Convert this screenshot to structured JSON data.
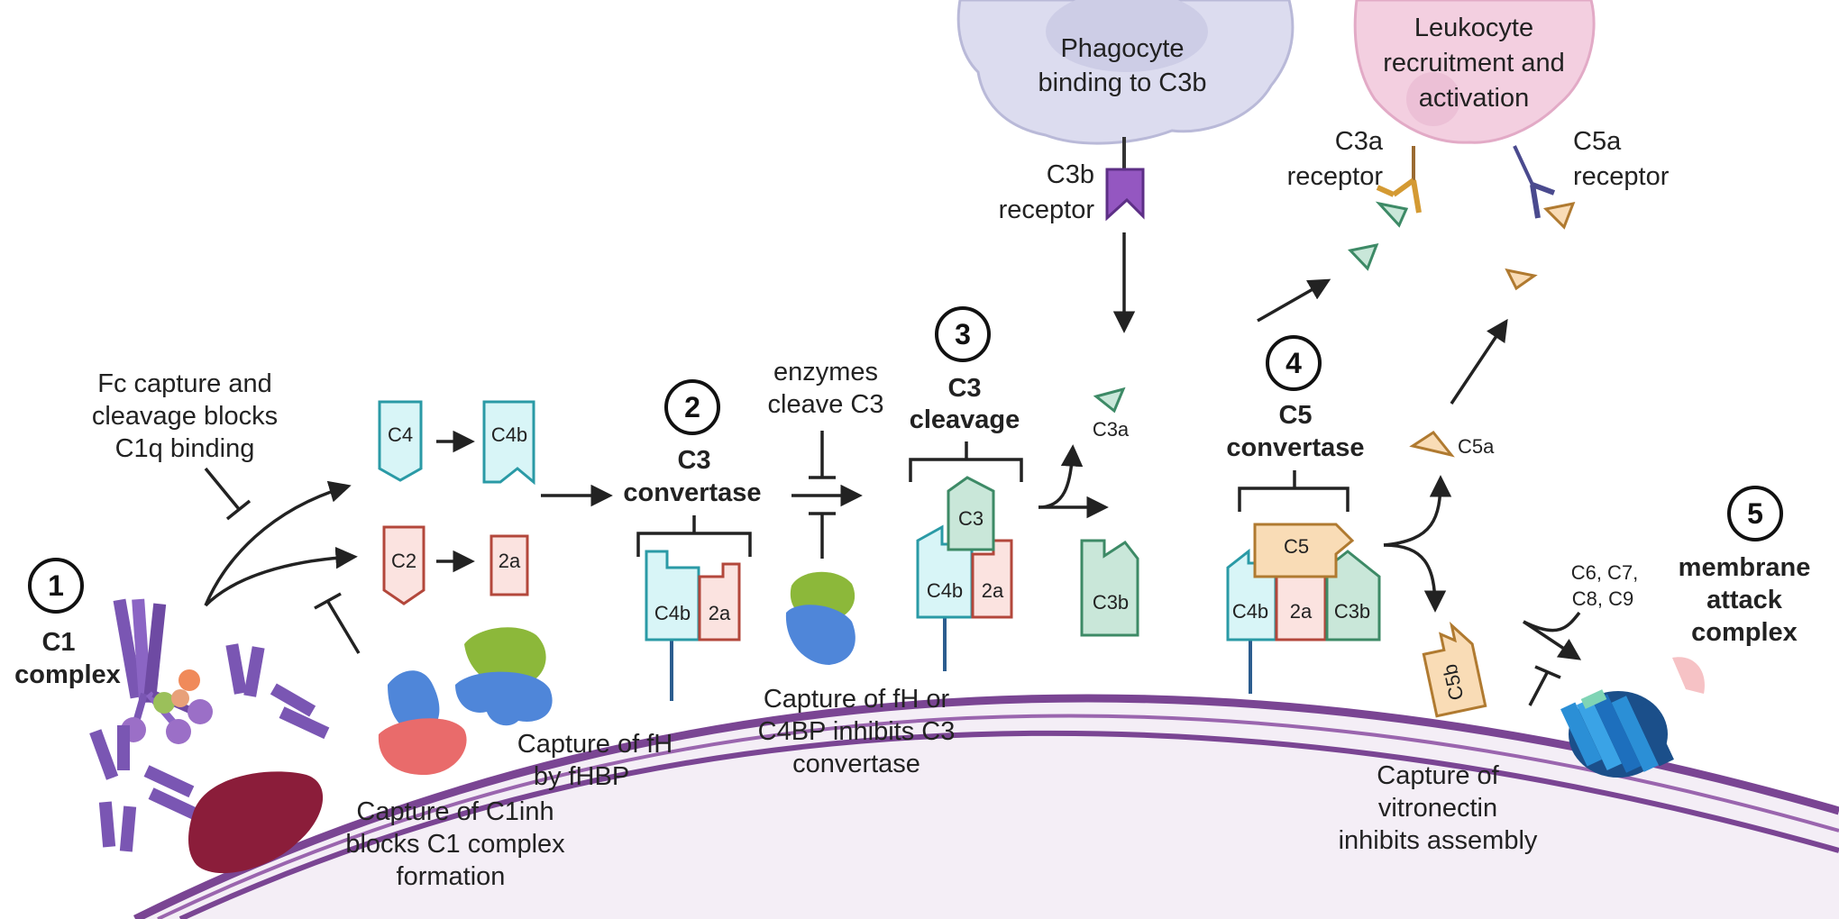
{
  "steps": [
    {
      "num": "1",
      "title_lines": [
        "C1",
        "complex"
      ]
    },
    {
      "num": "2",
      "title_lines": [
        "C3",
        "convertase"
      ]
    },
    {
      "num": "3",
      "title_lines": [
        "C3",
        "cleavage"
      ]
    },
    {
      "num": "4",
      "title_lines": [
        "C5",
        "convertase"
      ]
    },
    {
      "num": "5",
      "title_lines": [
        "membrane",
        "attack",
        "complex"
      ]
    }
  ],
  "annotations": {
    "fc_capture": [
      "Fc capture and",
      "cleavage blocks",
      "C1q binding"
    ],
    "c1inh": [
      "Capture of C1inh",
      "blocks C1 complex",
      "formation"
    ],
    "fh_fhbp": [
      "Capture of fH",
      "by fHBP"
    ],
    "enzymes": [
      "enzymes",
      "cleave C3"
    ],
    "fh_c4bp": [
      "Capture of fH or",
      "C4BP inhibits C3",
      "convertase"
    ],
    "vitronectin": [
      "Capture of",
      "vitronectin",
      "inhibits assembly"
    ],
    "phagocyte": [
      "Phagocyte",
      "binding to C3b"
    ],
    "leukocyte": [
      "Leukocyte",
      "recruitment and",
      "activation"
    ],
    "c3b_receptor": [
      "C3b",
      "receptor"
    ],
    "c3a_receptor": [
      "C3a",
      "receptor"
    ],
    "c5a_receptor": [
      "C5a",
      "receptor"
    ],
    "late_components": [
      "C6, C7,",
      "C8, C9"
    ]
  },
  "fragments": {
    "c4": "C4",
    "c4b": "C4b",
    "c2": "C2",
    "c2a": "2a",
    "c3": "C3",
    "c3a": "C3a",
    "c3b": "C3b",
    "c5": "C5",
    "c5a": "C5a",
    "c5b": "C5b"
  },
  "colors": {
    "membrane": "#7a4593",
    "cell_fill": "#f4eef6",
    "c4_fill": "#d8f5f7",
    "c4_stroke": "#2a9aa6",
    "c2_fill": "#fbe3e0",
    "c2_stroke": "#b3473b",
    "c3_fill": "#c9e7d9",
    "c3_stroke": "#3d8a66",
    "c5_fill": "#f9dcb6",
    "c5_stroke": "#b07a30",
    "phagocyte": "#dcdcef",
    "leukocyte": "#f3cfe0"
  }
}
